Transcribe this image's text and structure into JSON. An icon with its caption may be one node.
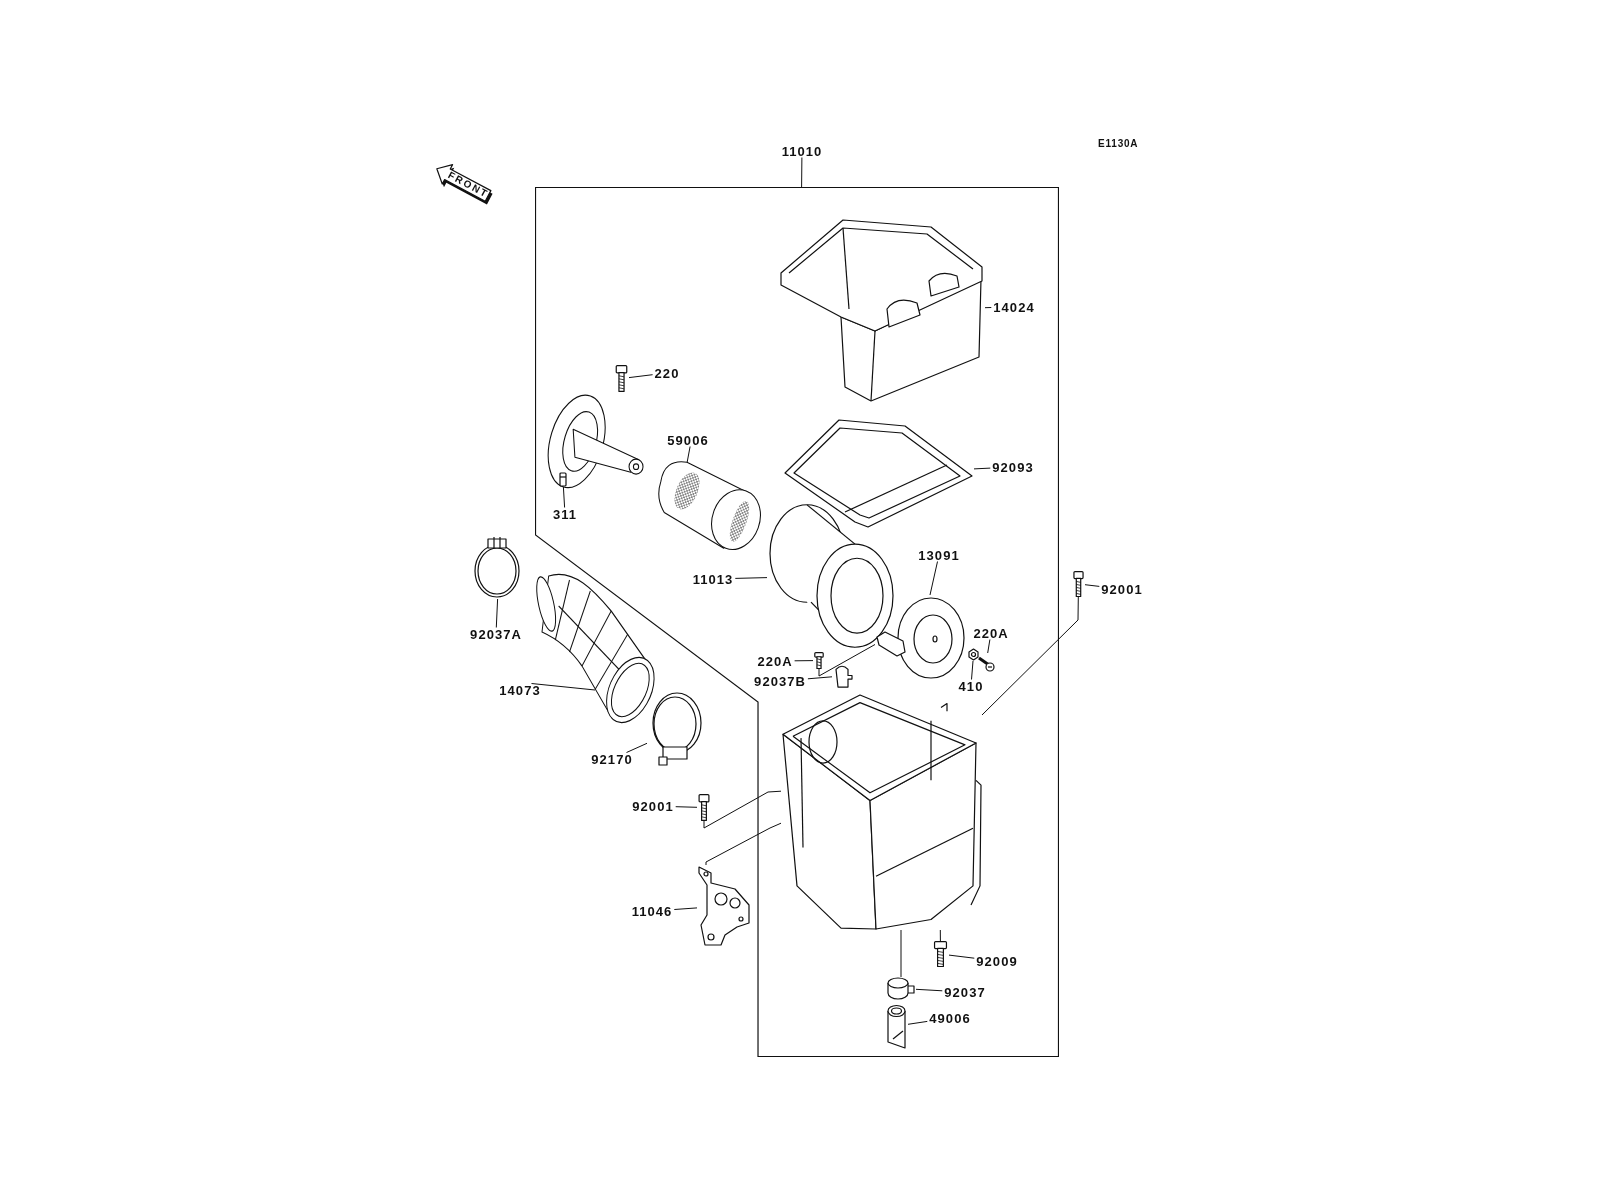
{
  "diagram": {
    "nodes": [
      {
        "text": [
          "11010"
        ]
      },
      {
        "text": [],
        "shape": "box"
      },
      {
        "text": [
          "14024"
        ],
        "in": 1
      },
      {
        "text": [],
        "shape": "picture",
        "in": 1
      },
      {
        "text": [
          "220"
        ],
        "in": 1
      },
      {
        "text": [],
        "shape": "picture",
        "in": 1
      },
      {
        "text": [
          "59006"
        ],
        "in": 1
      },
      {
        "text": [],
        "shape": "picture",
        "in": 1
      },
      {
        "text": [
          "311"
        ],
        "in": 1
      },
      {
        "text": [],
        "shape": "picture",
        "in": 1
      },
      {
        "text": [
          "92093"
        ],
        "in": 1
      },
      {
        "text": [],
        "shape": "picture",
        "in": 1
      },
      {
        "text": [
          "11013"
        ],
        "in": 1
      },
      {
        "text": [],
        "shape": "picture",
        "in": 1
      },
      {
        "text": [
          "13091"
        ],
        "in": 1
      },
      {
        "text": [],
        "shape": "picture",
        "in": 1
      },
      {
        "text": [
          "220A"
        ],
        "in": 1
      },
      {
        "text": [],
        "shape": "picture",
        "in": 1
      },
      {
        "text": [
          "92037B"
        ],
        "in": 1
      },
      {
        "text": [],
        "shape": "picture",
        "in": 1
      },
      {
        "text": [
          "220A"
        ],
        "in": 1
      },
      {
        "text": [],
        "shape": "picture",
        "in": 1
      },
      {
        "text": [
          "410"
        ],
        "in": 1
      },
      {
        "text": [],
        "shape": "picture",
        "in": 1
      },
      {
        "text": [],
        "shape": "picture",
        "in": 1
      },
      {
        "text": [
          "92009"
        ],
        "in": 1
      },
      {
        "text": [],
        "shape": "picture",
        "in": 1
      },
      {
        "text": [
          "92037"
        ],
        "in": 1
      },
      {
        "text": [],
        "shape": "picture",
        "in": 1
      },
      {
        "text": [
          "49006"
        ],
        "in": 1
      },
      {
        "text": [],
        "shape": "picture",
        "in": 1
      },
      {
        "text": [
          "FRONT"
        ]
      },
      {
        "text": [
          "92001"
        ]
      },
      {
        "text": [],
        "shape": "picture"
      },
      {
        "text": [
          "92037A"
        ]
      },
      {
        "text": [],
        "shape": "picture"
      },
      {
        "text": [
          "14073"
        ]
      },
      {
        "text": [],
        "shape": "picture"
      },
      {
        "text": [
          "92170"
        ]
      },
      {
        "text": [],
        "shape": "picture"
      },
      {
        "text": [
          "92001"
        ]
      },
      {
        "text": [],
        "shape": "picture"
      },
      {
        "text": [
          "11046"
        ]
      },
      {
        "text": [],
        "shape": "picture"
      }
    ],
    "edges": [
      {
        "from": 0,
        "to": 1,
        "arrow": "none"
      },
      {
        "from": 2,
        "to": 3,
        "arrow": "none"
      },
      {
        "from": 4,
        "to": 5,
        "arrow": "none"
      },
      {
        "from": 6,
        "to": 7,
        "arrow": "none"
      },
      {
        "from": 8,
        "to": 9,
        "arrow": "none"
      },
      {
        "from": 10,
        "to": 11,
        "arrow": "none"
      },
      {
        "from": 12,
        "to": 13,
        "arrow": "none"
      },
      {
        "from": 14,
        "to": 15,
        "arrow": "none"
      },
      {
        "from": 16,
        "to": 17,
        "arrow": "none"
      },
      {
        "from": 17,
        "to": 15,
        "arrow": "none"
      },
      {
        "from": 18,
        "to": 19,
        "arrow": "none"
      },
      {
        "from": 20,
        "to": 21,
        "arrow": "none"
      },
      {
        "from": 22,
        "to": 23,
        "arrow": "none"
      },
      {
        "from": 25,
        "to": 26,
        "arrow": "none"
      },
      {
        "from": 26,
        "to": 24,
        "arrow": "none"
      },
      {
        "from": 27,
        "to": 28,
        "arrow": "none"
      },
      {
        "from": 28,
        "to": 24,
        "arrow": "none"
      },
      {
        "from": 29,
        "to": 30,
        "arrow": "none"
      },
      {
        "from": 32,
        "to": 33,
        "arrow": "none"
      },
      {
        "from": 33,
        "to": 24,
        "arrow": "none"
      },
      {
        "from": 34,
        "to": 35,
        "arrow": "none"
      },
      {
        "from": 36,
        "to": 37,
        "arrow": "none"
      },
      {
        "from": 38,
        "to": 39,
        "arrow": "none"
      },
      {
        "from": 40,
        "to": 41,
        "arrow": "none"
      },
      {
        "from": 41,
        "to": 24,
        "arrow": "none"
      },
      {
        "from": 42,
        "to": 43,
        "arrow": "none"
      },
      {
        "from": 43,
        "to": 24,
        "arrow": "none"
      }
    ],
    "labels": [
      "E1130A"
    ]
  }
}
